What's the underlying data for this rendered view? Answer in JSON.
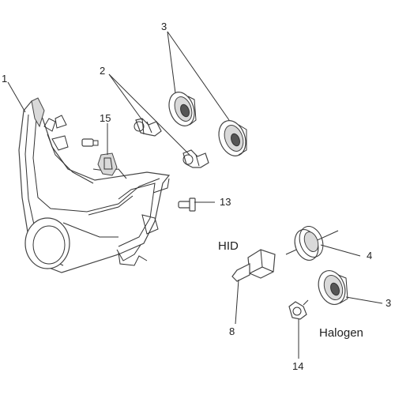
{
  "callouts": {
    "c1": "1",
    "c2": "2",
    "c3a": "3",
    "c3b": "3",
    "c4": "4",
    "c8": "8",
    "c13": "13",
    "c14": "14",
    "c15": "15"
  },
  "labels": {
    "hid": "HID",
    "halogen": "Halogen"
  }
}
